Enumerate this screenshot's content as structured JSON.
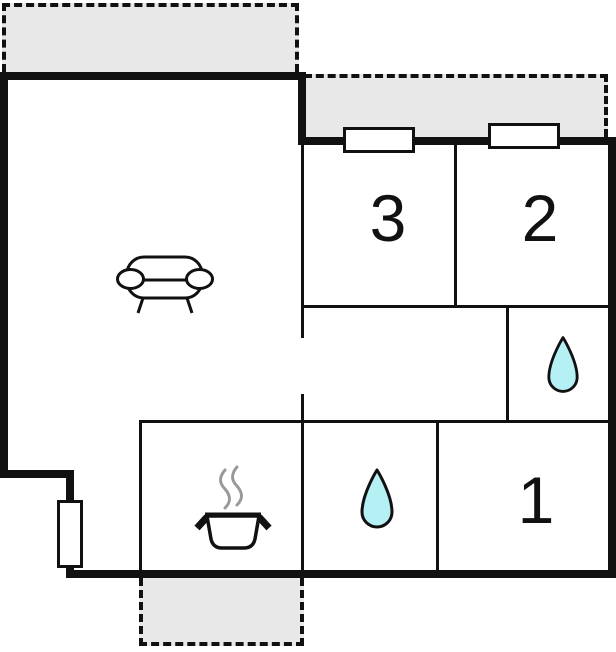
{
  "plan": {
    "rooms": {
      "bedroom_3": {
        "label": "3"
      },
      "bedroom_2": {
        "label": "2"
      },
      "bedroom_1": {
        "label": "1"
      },
      "living_room": {
        "icon": "sofa-icon"
      },
      "kitchen": {
        "icon": "cooking-pot-icon"
      },
      "bathroom_upper": {
        "icon": "water-drop-icon"
      },
      "bathroom_lower": {
        "icon": "water-drop-icon"
      }
    },
    "features": {
      "terraces": [
        "terrace-top-left",
        "terrace-top-right",
        "terrace-bottom"
      ],
      "windows": [
        "window-1",
        "window-2"
      ],
      "doors": [
        "entry-door"
      ]
    },
    "colors": {
      "wall": "#111111",
      "terrace_fill": "#e8e8e8",
      "water_drop_fill": "#b4f0f4",
      "steam": "#999999",
      "background": "#ffffff"
    }
  }
}
